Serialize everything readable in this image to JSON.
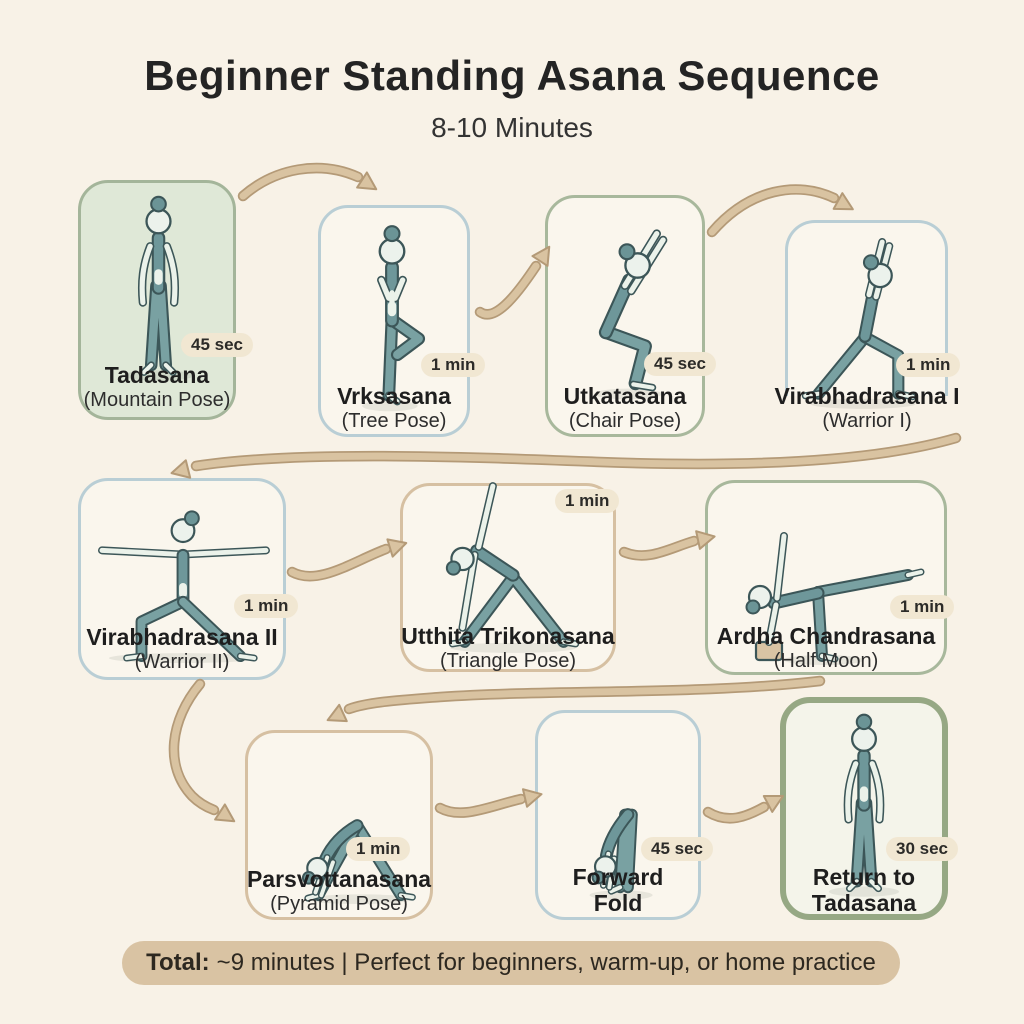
{
  "title": "Beginner Standing Asana Sequence",
  "subtitle": "8-10 Minutes",
  "poses": [
    {
      "name": "Tadasana",
      "subname": "(Mountain Pose)",
      "duration": "45 sec"
    },
    {
      "name": "Vrksasana",
      "subname": "(Tree Pose)",
      "duration": "1 min"
    },
    {
      "name": "Utkatasana",
      "subname": "(Chair Pose)",
      "duration": "45 sec"
    },
    {
      "name": "Virabhadrasana I",
      "subname": "(Warrior I)",
      "duration": "1 min"
    },
    {
      "name": "Virabhadrasana II",
      "subname": "(Warrior II)",
      "duration": "1 min"
    },
    {
      "name": "Utthita Trikonasana",
      "subname": "(Triangle Pose)",
      "duration": "1 min"
    },
    {
      "name": "Ardha Chandrasana",
      "subname": "(Half Moon)",
      "duration": "1 min"
    },
    {
      "name": "Parsvottanasana",
      "subname": "(Pyramid Pose)",
      "duration": "1 min"
    },
    {
      "name": "Forward Fold",
      "subname": "",
      "duration": "45 sec"
    },
    {
      "name": "Return to Tadasana",
      "subname": "",
      "duration": "30 sec"
    }
  ],
  "footer": {
    "total_label": "Total:",
    "text": "~9 minutes | Perfect for beginners, warm-up, or home practice"
  },
  "colors": {
    "background": "#f8f2e7",
    "card_fill_green": "#dfe8d7",
    "border_sage": "#a8b89c",
    "border_blue": "#b9ced5",
    "border_tan": "#d6c0a2",
    "border_thick_green": "#96a884",
    "arrow": "#d9c3a1",
    "badge_bg": "#f1e7d2",
    "footer_bg": "#d9c3a3",
    "figure_teal": "#79a1a2",
    "text_dark": "#1e1e1e"
  }
}
